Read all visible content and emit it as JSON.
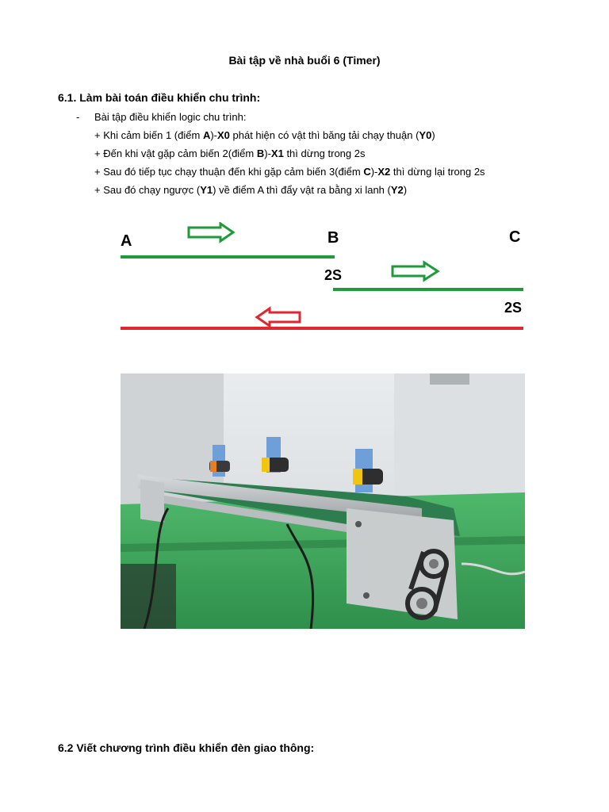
{
  "doc": {
    "title": "Bài tập về nhà buổi 6 (Timer)",
    "section1": "6.1. Làm bài toán điều khiển chu trình:",
    "bullet_dash": "-",
    "bullet_text": "Bài tập điều khiển logic chu trình:",
    "lines": [
      {
        "parts": [
          [
            "+ Khi cảm biến 1 (điểm ",
            0
          ],
          [
            "A",
            1
          ],
          [
            ")-",
            0
          ],
          [
            "X0",
            1
          ],
          [
            " phát hiện có vật thì băng tải chạy thuận (",
            0
          ],
          [
            "Y0",
            1
          ],
          [
            ")",
            0
          ]
        ]
      },
      {
        "parts": [
          [
            "+ Đến khi vật gặp cảm biến 2(điểm ",
            0
          ],
          [
            "B",
            1
          ],
          [
            ")-",
            0
          ],
          [
            "X1",
            1
          ],
          [
            " thì dừng trong 2s",
            0
          ]
        ]
      },
      {
        "parts": [
          [
            "+ Sau đó tiếp tục chạy thuận đến khi gặp cảm biến 3(điểm ",
            0
          ],
          [
            "C",
            1
          ],
          [
            ")-",
            0
          ],
          [
            "X2",
            1
          ],
          [
            " thì dừng lại trong 2s",
            0
          ]
        ]
      },
      {
        "parts": [
          [
            "+ Sau đó chạy ngược (",
            0
          ],
          [
            "Y1",
            1
          ],
          [
            ") về điểm A thì đẩy vật ra bằng xi lanh (",
            0
          ],
          [
            "Y2",
            1
          ],
          [
            ")",
            0
          ]
        ]
      }
    ],
    "section2": "6.2 Viết  chương trình điều khiển đèn giao thông:"
  },
  "diagram": {
    "label_a": "A",
    "label_b": "B",
    "label_c": "C",
    "delay_b": "2S",
    "delay_c": "2S",
    "colors": {
      "forward": "#1e9a3a",
      "reverse": "#e0262f"
    }
  }
}
